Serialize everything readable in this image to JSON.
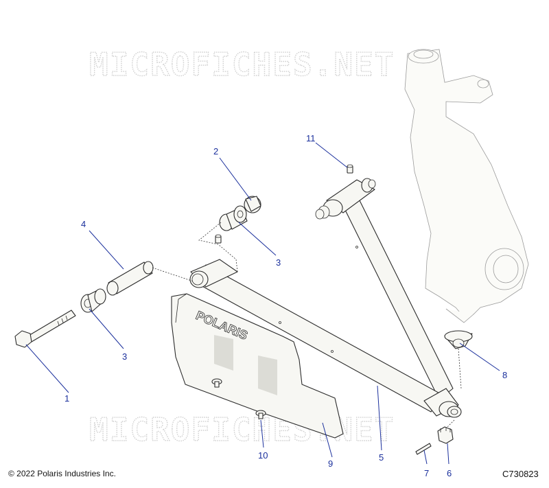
{
  "watermark": "MICROFICHES.NET",
  "logo_text": "POLARIS",
  "copyright": "© 2022 Polaris Industries Inc.",
  "diagram_id": "C730823",
  "callouts": [
    "1",
    "2",
    "3",
    "3",
    "4",
    "5",
    "6",
    "7",
    "8",
    "9",
    "10",
    "11"
  ],
  "colors": {
    "callout": "#1a2f9c",
    "part_fill": "#f7f7f3",
    "outline": "#2a2a2a",
    "watermark": "#cfcfcf"
  }
}
